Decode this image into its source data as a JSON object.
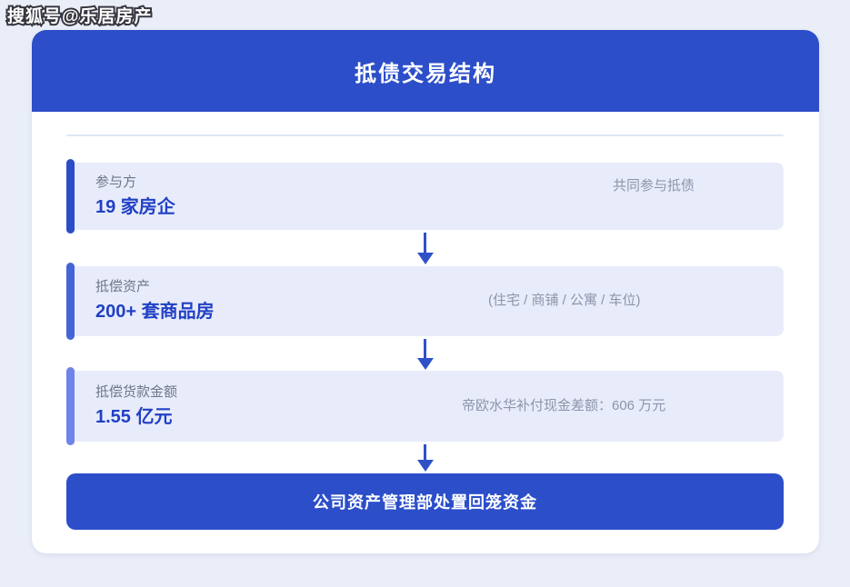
{
  "watermark": "搜狐号@乐居房产",
  "header": {
    "title": "抵债交易结构"
  },
  "flow": {
    "rows": [
      {
        "label": "参与方",
        "value": "19 家房企",
        "note": "共同参与抵债",
        "accent_color": "#2b4dc8"
      },
      {
        "label": "抵偿资产",
        "value": "200+ 套商品房",
        "note": "(住宅 / 商铺 / 公寓 / 车位)",
        "accent_color": "#4565d6"
      },
      {
        "label": "抵偿货款金额",
        "value": "1.55 亿元",
        "note": "帝欧水华补付现金差额：606 万元",
        "accent_color": "#6e84e8"
      }
    ],
    "result_button": "公司资产管理部处置回笼资金"
  },
  "colors": {
    "primary": "#2c4ec9",
    "value_text": "#2140c4",
    "label_text": "#6e7687",
    "note_text": "#8d95ab",
    "row_bg": "#e8ecfa",
    "page_bg": "#eaeef8",
    "arrow": "#2e51c8",
    "divider": "#dfe6f5"
  }
}
